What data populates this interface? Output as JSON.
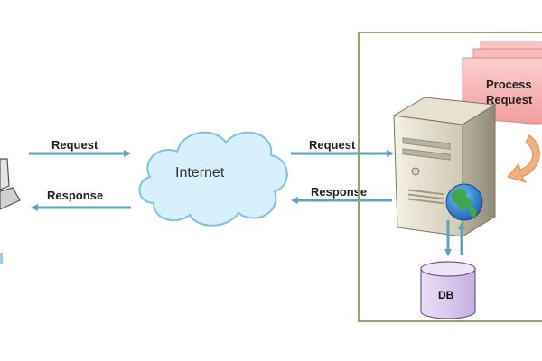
{
  "left_link": {
    "request_label": "Request",
    "response_label": "Response"
  },
  "cloud": {
    "label": "Internet"
  },
  "right_link": {
    "request_label": "Request",
    "response_label": "Response"
  },
  "process": {
    "line1": "Process",
    "line2": "Request"
  },
  "database": {
    "label": "DB"
  },
  "colors": {
    "arrow": "#5fa3bd",
    "cloud_fill": "#d8f0fb",
    "cloud_stroke": "#7fc1dd",
    "server_frame": "#8fa86a",
    "process_fill": "#f7b4b4",
    "db_fill": "#d8c8ec",
    "loop_arrow": "#f0b27a"
  },
  "icons": [
    "client-computer-icon",
    "cloud-icon",
    "server-icon",
    "globe-icon",
    "database-icon",
    "loop-arrow-icon"
  ]
}
